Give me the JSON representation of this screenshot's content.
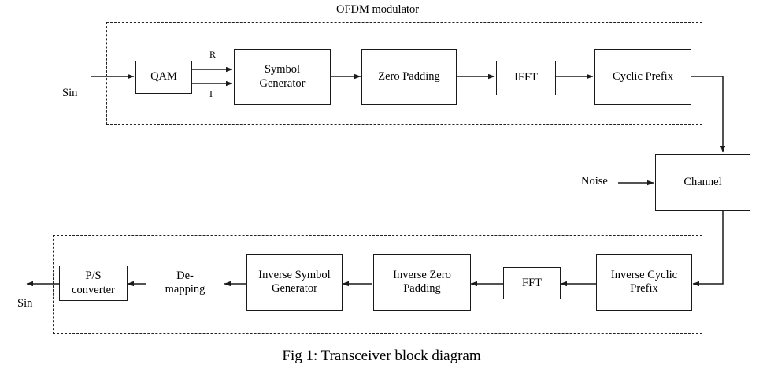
{
  "figure": {
    "caption": "Fig 1: Transceiver block diagram",
    "transmitter_group_label": "OFDM modulator",
    "input_label": "Sin",
    "output_label": "Sin",
    "noise_label": "Noise",
    "signal_real_label": "R",
    "signal_imag_label": "I"
  },
  "transmitter": {
    "blocks": [
      {
        "id": "qam",
        "label": "QAM"
      },
      {
        "id": "symbol-generator",
        "label": "Symbol\nGenerator"
      },
      {
        "id": "zero-padding",
        "label": "Zero Padding"
      },
      {
        "id": "ifft",
        "label": "IFFT"
      },
      {
        "id": "cyclic-prefix",
        "label": "Cyclic Prefix"
      }
    ]
  },
  "channel": {
    "blocks": [
      {
        "id": "channel",
        "label": "Channel"
      }
    ]
  },
  "receiver": {
    "blocks": [
      {
        "id": "ps-converter",
        "label": "P/S\nconverter"
      },
      {
        "id": "de-mapping",
        "label": "De-\nmapping"
      },
      {
        "id": "inverse-symbol-generator",
        "label": "Inverse Symbol\nGenerator"
      },
      {
        "id": "inverse-zero-padding",
        "label": "Inverse Zero\nPadding"
      },
      {
        "id": "fft",
        "label": "FFT"
      },
      {
        "id": "inverse-cyclic-prefix",
        "label": "Inverse Cyclic\nPrefix"
      }
    ]
  },
  "style": {
    "line_color": "#1a1a1a",
    "block_border_color": "#1a1a1a",
    "background_color": "#ffffff",
    "dashed_border_color": "#222222"
  }
}
